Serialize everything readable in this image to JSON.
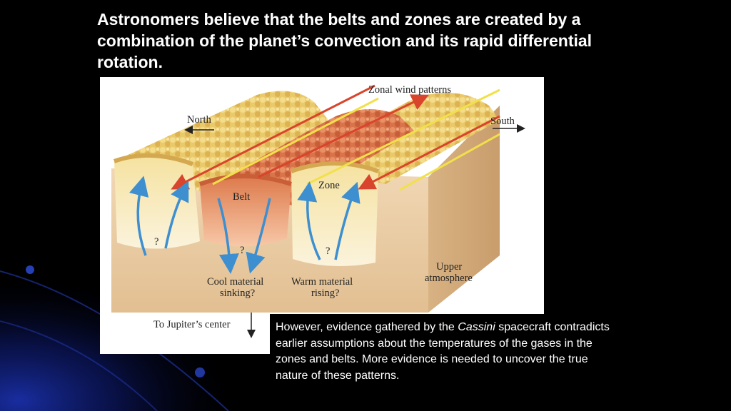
{
  "slide": {
    "title": "Astronomers believe that the belts and zones are created by a combination of the planet’s convection and its rapid differential rotation."
  },
  "figure": {
    "labels": {
      "zonal_wind": "Zonal wind patterns",
      "north": "North",
      "south": "South",
      "belt": "Belt",
      "zone": "Zone",
      "question_mark": "?",
      "cool_line1": "Cool material",
      "cool_line2": "sinking?",
      "warm_line1": "Warm material",
      "warm_line2": "rising?",
      "upper_line1": "Upper",
      "upper_line2": "atmosphere",
      "center": "To Jupiter’s center"
    },
    "colors": {
      "zone": "#e9c96a",
      "belt": "#d9744a",
      "atmosphere": "#e8c9a0",
      "rising_arrow": "#3d8fd0",
      "wind_arrow_red": "#d9442c",
      "wind_arrow_yellow": "#f2e04a"
    }
  },
  "caption": {
    "part1": "However, evidence gathered by the ",
    "italic": "Cassini",
    "part2": " spacecraft contradicts earlier assumptions about the temperatures of the gases in the zones and belts.  More evidence is needed to uncover the true nature of these patterns."
  }
}
